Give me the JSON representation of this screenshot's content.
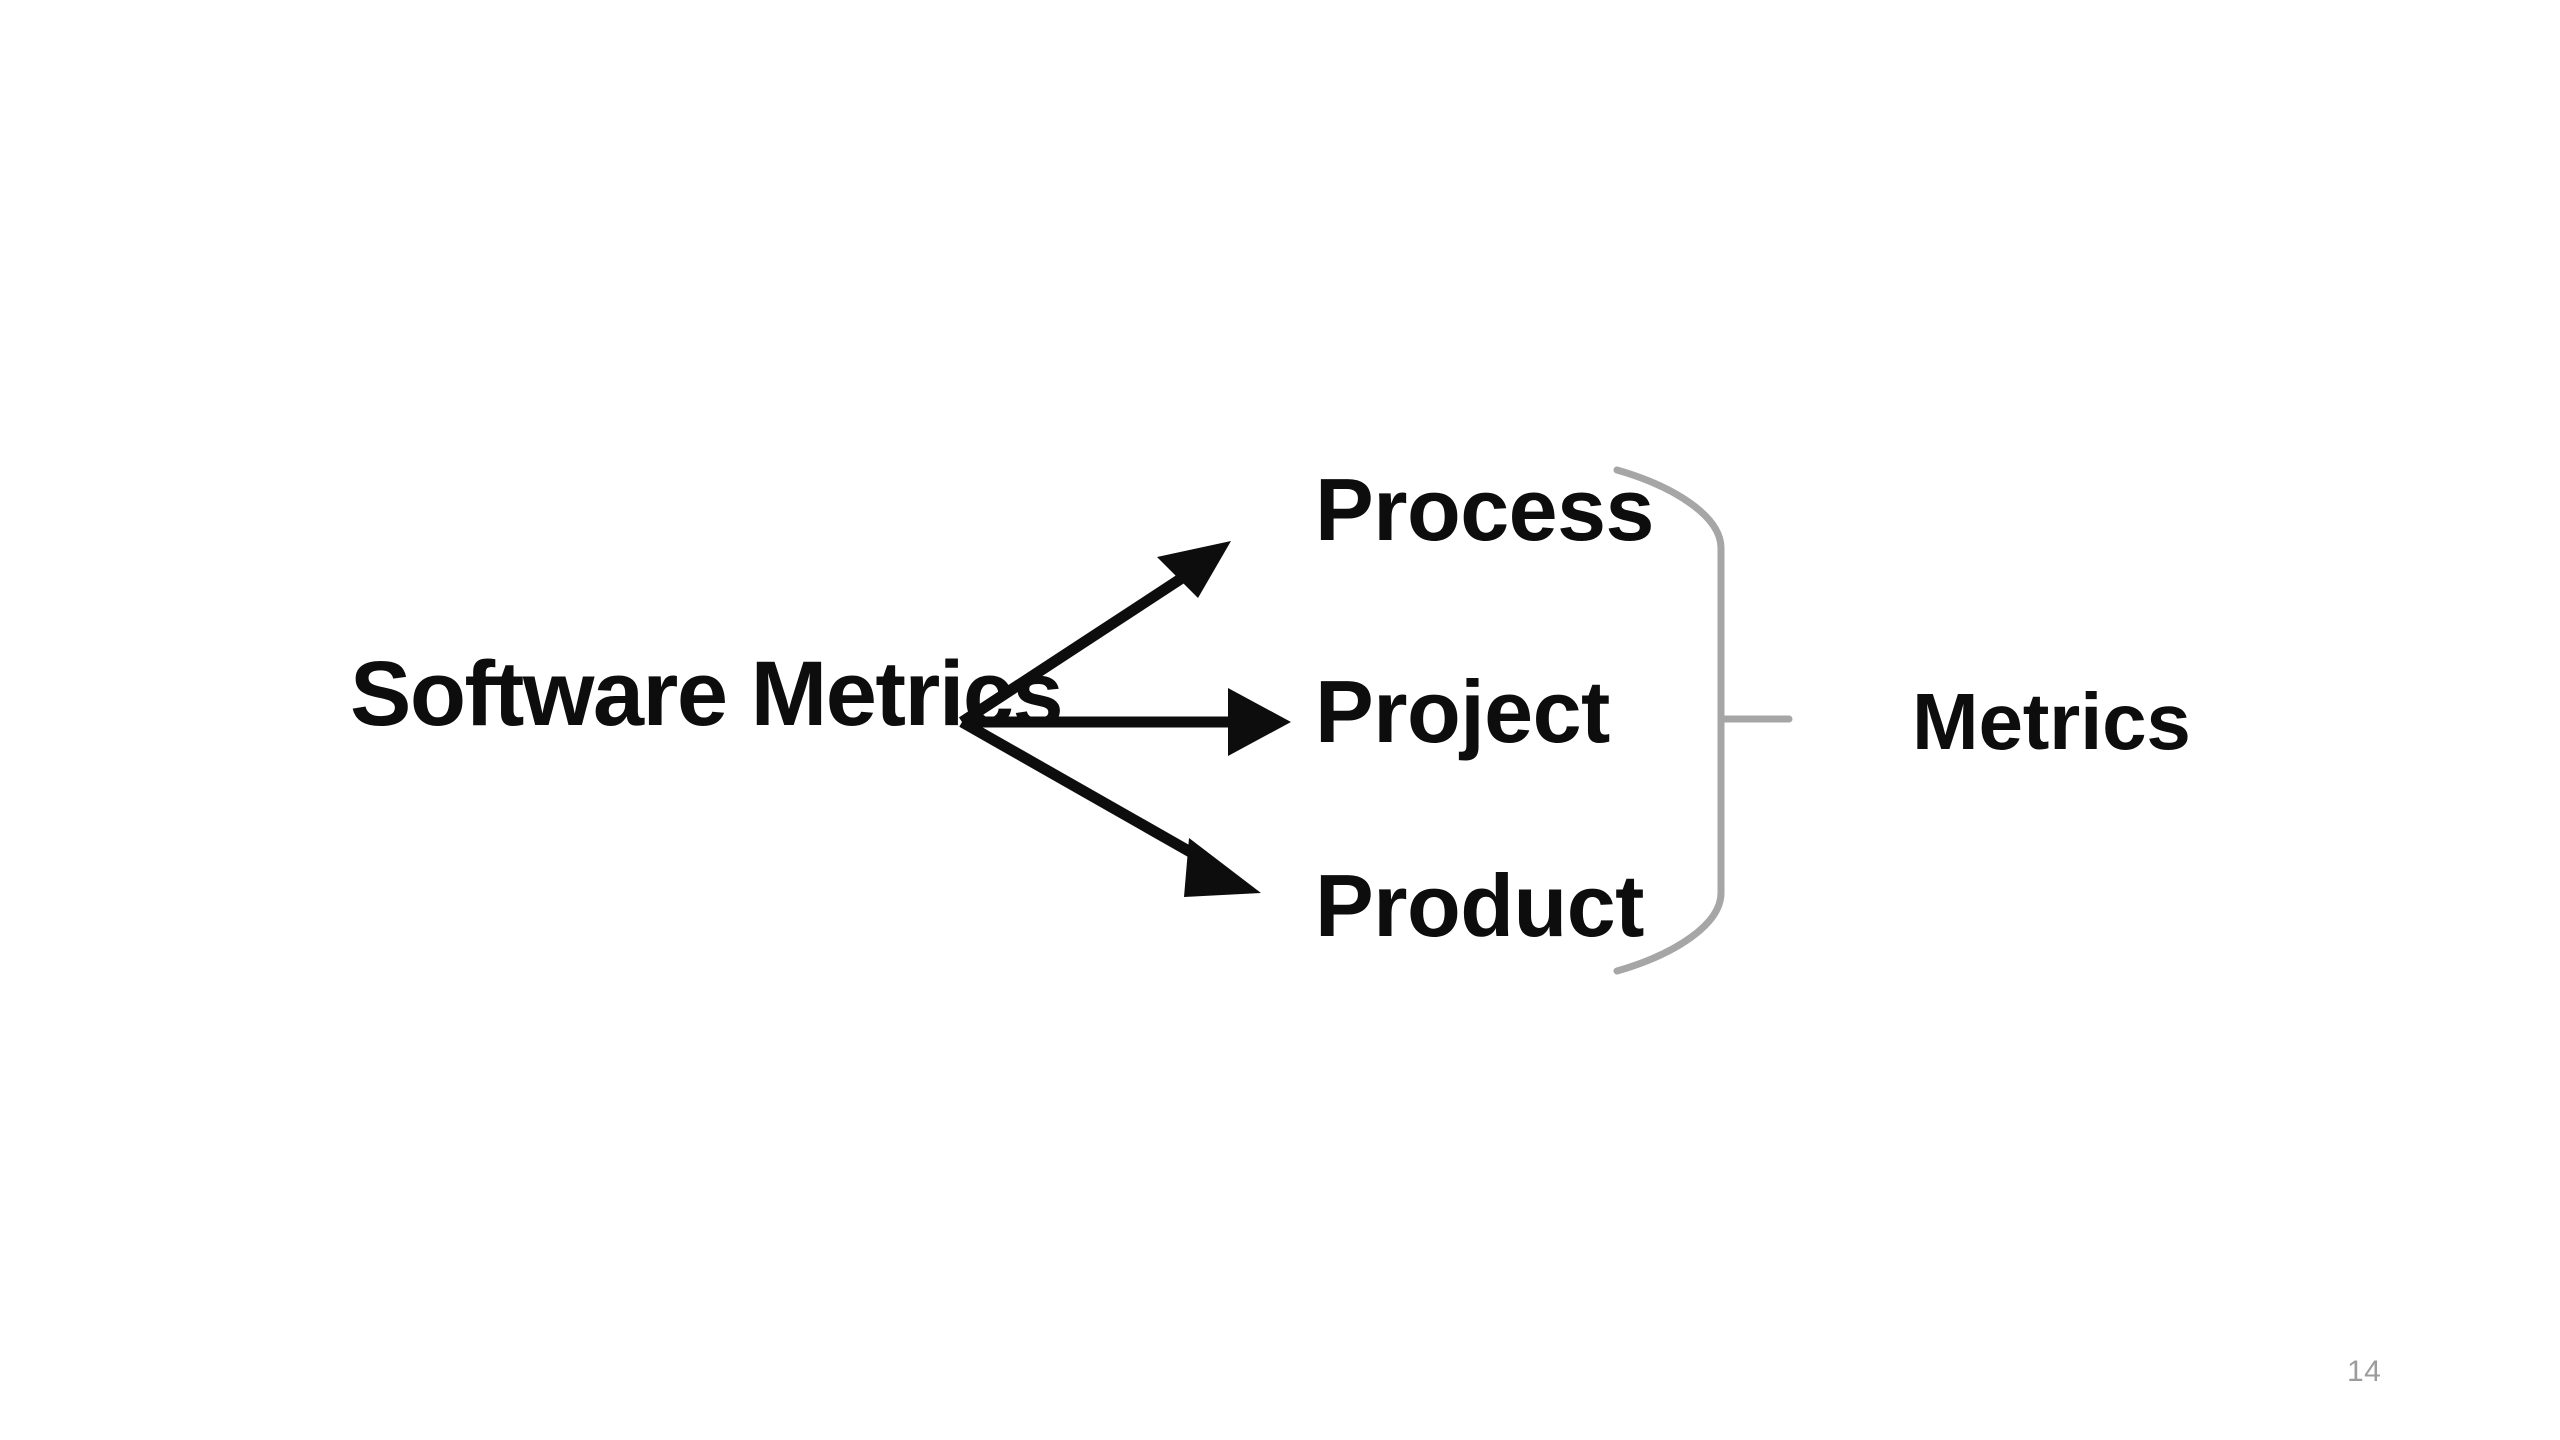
{
  "slide": {
    "page_number": "14",
    "background_color": "#ffffff"
  },
  "diagram": {
    "type": "branching-tree",
    "source_node": {
      "label": "Software Metrics",
      "color": "#0d0d0d"
    },
    "branches": [
      {
        "label": "Process",
        "arrow": "up-right-arrow"
      },
      {
        "label": "Project",
        "arrow": "right-arrow"
      },
      {
        "label": "Product",
        "arrow": "down-right-arrow"
      }
    ],
    "grouping": {
      "brace": "right-curly-brace",
      "brace_color": "#a6a6a6",
      "group_label": "Metrics"
    },
    "arrow_color": "#0d0d0d"
  }
}
